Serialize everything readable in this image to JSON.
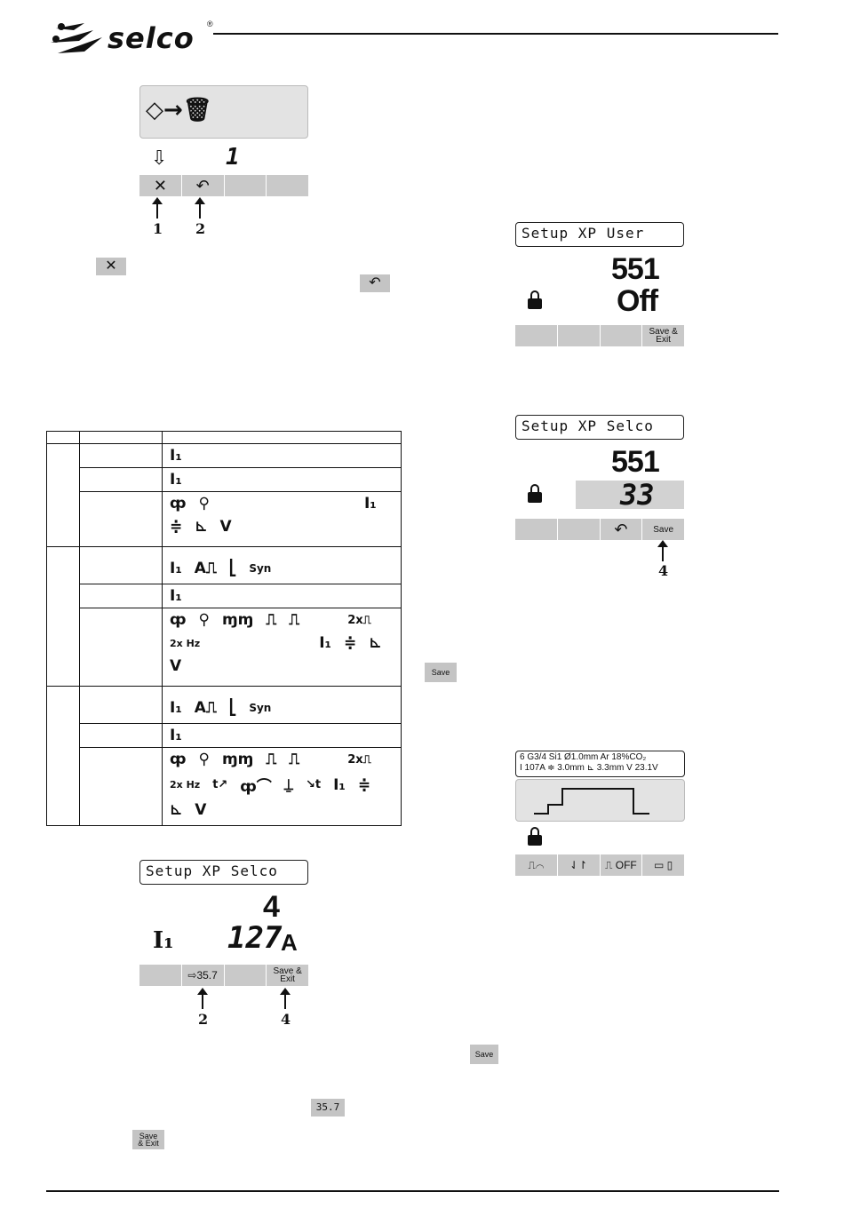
{
  "header": {
    "brand": "selco",
    "registered": "®"
  },
  "panel_delete": {
    "lcd_symbol": "◇→🗑",
    "row_symbol": "⇩",
    "row_value": "1",
    "buttons": [
      "✕",
      "↶",
      "",
      ""
    ],
    "callouts": [
      "1",
      "2"
    ]
  },
  "inline_icons": {
    "cancel": "✕",
    "back": "↶",
    "save": "Save",
    "display_value": "35.7",
    "save_exit_line1": "Save",
    "save_exit_line2": "& Exit"
  },
  "panel_user": {
    "title": "Setup XP User",
    "param": "551",
    "value": "Off",
    "buttons": [
      "",
      "",
      "",
      "Save & Exit"
    ]
  },
  "panel_selco_551": {
    "title": "Setup XP Selco",
    "param": "551",
    "value": "33",
    "buttons": [
      "",
      "",
      "↶",
      "Save"
    ],
    "callout": "4"
  },
  "panel_wire": {
    "line1": "6 G3/4 Si1  Ø1.0mm  Ar 18%CO₂",
    "line2": "I 107A ≑ 3.0mm ⊾ 3.3mm V 23.1V",
    "buttons": [
      "⎍⌒",
      "⇃↾",
      "⎍ OFF",
      "▭ ▯"
    ]
  },
  "matrix": {
    "rows": [
      [
        "I₁"
      ],
      [
        "I₁"
      ],
      [
        "ȹ",
        "⚲",
        "I₁",
        "≑",
        "⊾",
        "V"
      ],
      [
        "I₁",
        "A⎍",
        "⎣",
        "Syn"
      ],
      [
        "I₁"
      ],
      [
        "ȹ",
        "⚲",
        "ɱɱ",
        "⎍",
        "⎍",
        "2x⎍",
        "2x Hz",
        "I₁",
        "≑",
        "⊾",
        "V"
      ],
      [
        "I₁",
        "A⎍",
        "⎣",
        "Syn"
      ],
      [
        "I₁"
      ],
      [
        "ȹ",
        "⚲",
        "ɱɱ",
        "⎍",
        "⎍",
        "2x⎍",
        "2x Hz",
        "t↗",
        "ȹ⌒",
        "⍊",
        "↘t",
        "I₁",
        "≑",
        "⊾",
        "V"
      ]
    ]
  },
  "panel_selco_4": {
    "title": "Setup XP Selco",
    "param": "4",
    "symbol": "I₁",
    "value": "127",
    "unit": "A",
    "buttons": [
      "",
      "⇨35.7",
      "",
      "Save & Exit"
    ],
    "callouts": [
      "2",
      "4"
    ]
  }
}
